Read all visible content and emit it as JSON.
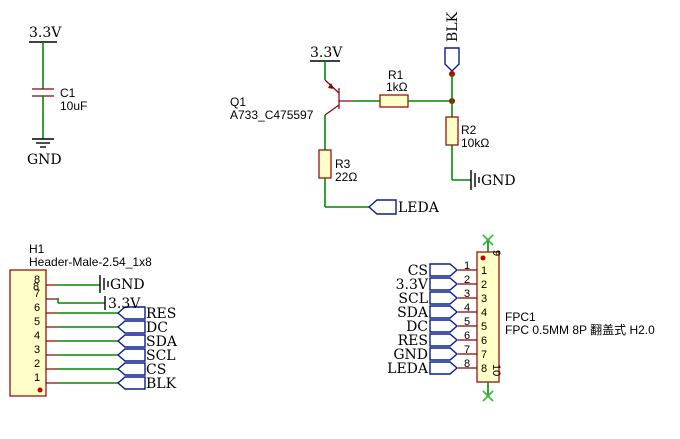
{
  "rails": {
    "v33": "3.3V",
    "gnd": "GND"
  },
  "net_labels": {
    "blk": "BLK",
    "leda": "LEDA"
  },
  "c1": {
    "ref": "C1",
    "value": "10uF"
  },
  "q1": {
    "ref": "Q1",
    "value": "A733_C475597"
  },
  "r1": {
    "ref": "R1",
    "value": "1kΩ"
  },
  "r2": {
    "ref": "R2",
    "value": "10kΩ"
  },
  "r3": {
    "ref": "R3",
    "value": "22Ω"
  },
  "h1": {
    "ref": "H1",
    "value": "Header-Male-2.54_1x8",
    "pins": [
      {
        "num": "8",
        "net": "GND"
      },
      {
        "num": "7",
        "net": "3.3V"
      },
      {
        "num": "6",
        "net": "RES"
      },
      {
        "num": "5",
        "net": "DC"
      },
      {
        "num": "4",
        "net": "SDA"
      },
      {
        "num": "3",
        "net": "SCL"
      },
      {
        "num": "2",
        "net": "CS"
      },
      {
        "num": "1",
        "net": "BLK"
      }
    ]
  },
  "fpc1": {
    "ref": "FPC1",
    "value": "FPC 0.5MM 8P 翻盖式 H2.0",
    "pins": [
      {
        "num": "1",
        "net": "CS"
      },
      {
        "num": "2",
        "net": "3.3V"
      },
      {
        "num": "3",
        "net": "SCL"
      },
      {
        "num": "4",
        "net": "SDA"
      },
      {
        "num": "5",
        "net": "DC"
      },
      {
        "num": "6",
        "net": "RES"
      },
      {
        "num": "7",
        "net": "GND"
      },
      {
        "num": "8",
        "net": "LEDA"
      }
    ],
    "extra_pins": [
      "9",
      "10"
    ]
  },
  "colors": {
    "wire": "#008a00",
    "part": "#8b0000",
    "part_fill": "#ffffc8",
    "net_tag": "#0a1f8f",
    "pin_dot": "#c00000",
    "no_connect": "#33bb33"
  }
}
